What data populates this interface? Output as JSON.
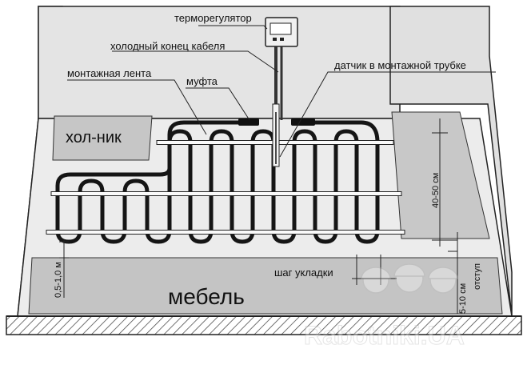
{
  "labels": {
    "thermostat": "терморегулятор",
    "cold_end": "холодный конец кабеля",
    "sensor": "датчик в монтажной трубке",
    "tape": "монтажная лента",
    "coupling": "муфта",
    "fridge": "хол-ник",
    "furniture": "мебель",
    "pitch": "шаг укладки",
    "gap_40_50": "40-50 см",
    "gap_05_10": "0,5-1,0 м",
    "gap_5_10": "5-10 см",
    "offset": "отступ"
  },
  "watermark": "Rabotniki.UA",
  "colors": {
    "wall": "#e2e2e2",
    "floor": "#ececec",
    "zone": "#c6c6c6",
    "cable": "#151515",
    "outline": "#222222"
  },
  "icons": [
    "thermostat-icon",
    "worker-helmet-icon"
  ]
}
